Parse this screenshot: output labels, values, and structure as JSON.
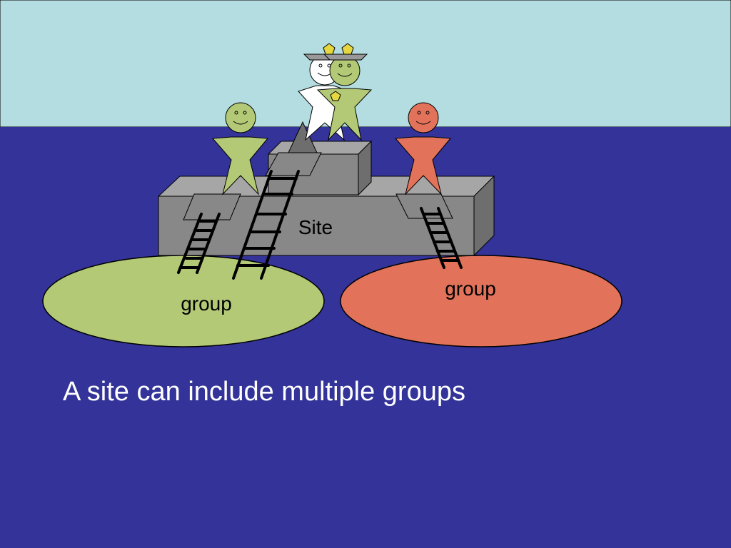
{
  "labels": {
    "site": "Site",
    "group_green": "group",
    "group_red": "group"
  },
  "caption": "A site can include multiple groups",
  "colors": {
    "sky": "#b3dde0",
    "sea": "#333399",
    "platform": "#888888",
    "platform_top": "#a6a6a6",
    "platform_side": "#6e6e6e",
    "green": "#b3c976",
    "red": "#e2735a",
    "white": "#ffffff",
    "crown": "#e6d640",
    "ladder": "#000000",
    "text_dark": "#000000",
    "text_light": "#ffffff"
  }
}
